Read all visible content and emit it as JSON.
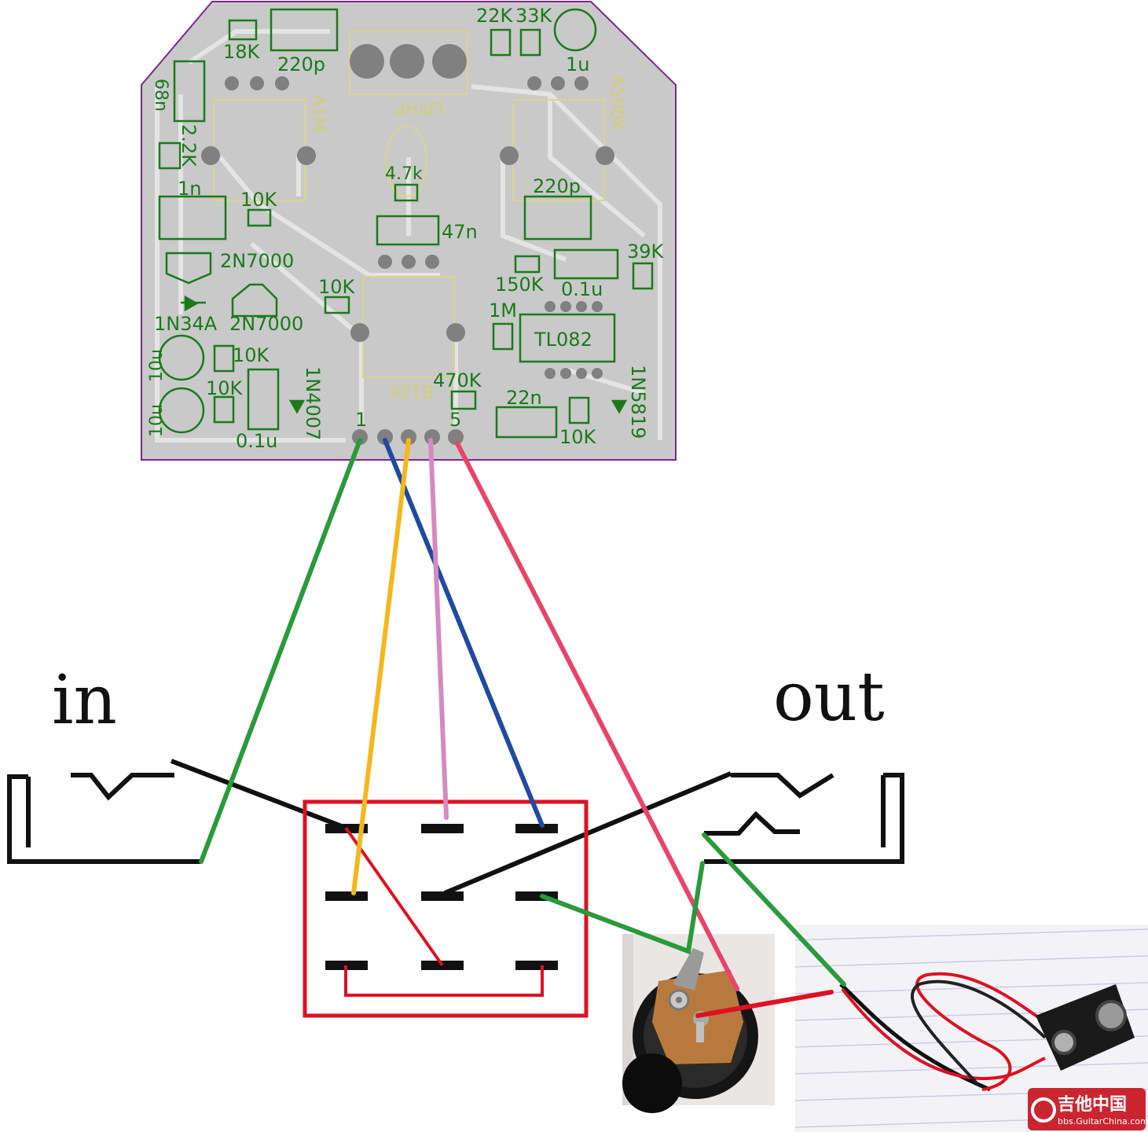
{
  "diagram": {
    "labels": {
      "in": "in",
      "out": "out"
    },
    "pcb_labels": {
      "r18k": "18K",
      "c220p_top": "220p",
      "r22k": "22K",
      "r33k": "33K",
      "c1u": "1u",
      "pot_a1m": "A1M",
      "switch_lphp": "LP/HP",
      "pot_a500k": "A500K",
      "c68n": "68n",
      "r2_2k": "2.2K",
      "r4_7k": "4.7k",
      "c1n": "1n",
      "r10k_a": "10K",
      "c220p_mid": "220p",
      "c47n": "47n",
      "q2n7000_a": "2N7000",
      "r39k": "39K",
      "r150k": "150K",
      "c0_1u_a": "0.1u",
      "r10k_b": "10K",
      "d1n34a": "1N34A",
      "q2n7000_b": "2N7000",
      "r1m": "1M",
      "ic_tl082": "TL082",
      "c10u_a": "10u",
      "r10k_c": "10K",
      "pot_b10k": "B10K",
      "r10k_d": "10K",
      "d1n4007": "1N4007",
      "r470k": "470K",
      "c22n": "22n",
      "d1n5819": "1N5819",
      "c10u_b": "10u",
      "c0_1u_b": "0.1u",
      "r10k_e": "10K",
      "pad1": "1",
      "pad5": "5"
    },
    "wire_colors": {
      "pad1": "#2a9a3a",
      "pad2": "#1f4aa0",
      "pad3": "#f4b81c",
      "pad4": "#d48ac0",
      "pad5": "#e8446a",
      "jack": "#111111",
      "switch_red": "#dd1122",
      "battery_green": "#2a9a3a"
    },
    "watermark": {
      "brand": "吉他中国",
      "url": "bbs.GuitarChina.com"
    }
  }
}
